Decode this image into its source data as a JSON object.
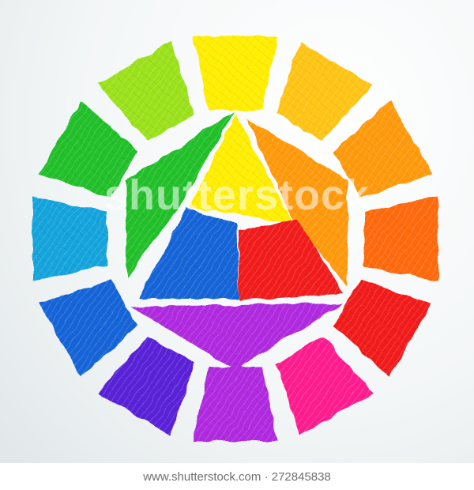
{
  "segments": [
    {
      "name": "yellow-segment",
      "color": "#ffee00"
    },
    {
      "name": "yellow-orange-segment",
      "color": "#ffc514"
    },
    {
      "name": "orange-segment",
      "color": "#ff9a0f"
    },
    {
      "name": "red-orange-segment",
      "color": "#ff6a0e"
    },
    {
      "name": "red-segment",
      "color": "#f21a1a"
    },
    {
      "name": "red-violet-segment",
      "color": "#ff1f8f"
    },
    {
      "name": "violet-segment",
      "color": "#b02ae0"
    },
    {
      "name": "blue-violet-segment",
      "color": "#5a22d8"
    },
    {
      "name": "blue-segment",
      "color": "#1565d8"
    },
    {
      "name": "blue-green-segment",
      "color": "#12a4dc"
    },
    {
      "name": "green-segment",
      "color": "#22c02a"
    },
    {
      "name": "yellow-green-segment",
      "color": "#9be21a"
    }
  ],
  "center": {
    "yellow": "#ffee00",
    "red": "#f21a1a",
    "blue": "#1565d8",
    "orange": "#ff9a0f",
    "green": "#22c02a",
    "violet": "#b02ae0"
  },
  "watermark": "shutterstock",
  "footer_text": "www.shutterstock.com · 272845838"
}
